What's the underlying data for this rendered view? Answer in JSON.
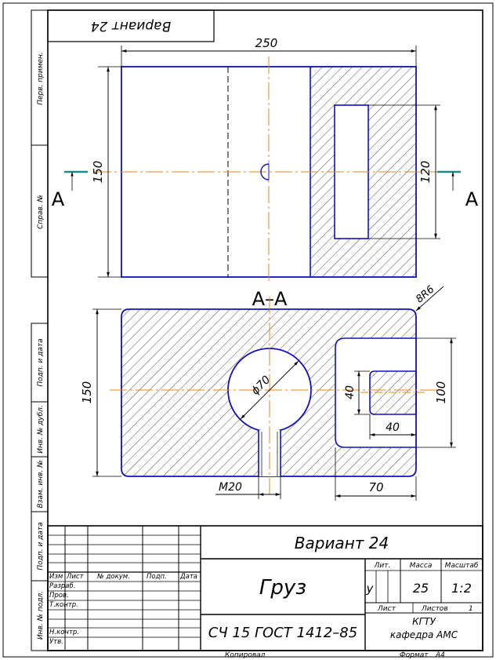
{
  "rotated_variant_label": "Вариант 24",
  "side_labels": {
    "perv_primen": "Перв. примен.",
    "sprav_no": "Справ. №",
    "podp_data_1": "Подп. и дата",
    "inv_dubl": "Инв. № дубл.",
    "vzam_inv": "Взам. инв. №",
    "podp_data_2": "Подп. и дата",
    "inv_podl": "Инв. № подл."
  },
  "top_view": {
    "dim_width": "250",
    "dim_height": "150",
    "dim_slot": "120",
    "section_mark_left": "A",
    "section_mark_right": "A"
  },
  "section_view": {
    "title": "A–A",
    "dim_radius": "8R6",
    "dim_height": "150",
    "dim_diameter": "ϕ70",
    "dim_notch_height": "40",
    "dim_notch_width": "40",
    "dim_pocket_height": "100",
    "dim_thread": "M20",
    "dim_pocket_width": "70"
  },
  "title_block": {
    "variant": "Вариант 24",
    "name": "Груз",
    "material": "СЧ 15 ГОСТ 1412–85",
    "col_izm": "Изм",
    "col_list": "Лист",
    "col_doc": "№ докум.",
    "col_podp": "Подп.",
    "col_data": "Дата",
    "row_razrab": "Разраб.",
    "row_prov": "Пров.",
    "row_tkontr": "Т.контр.",
    "row_nkontr": "Н.контр.",
    "row_utv": "Утв.",
    "lit_label": "Лит.",
    "massa_label": "Масса",
    "masshtab_label": "Масштаб",
    "lit_value": "у",
    "massa_value": "25",
    "masshtab_value": "1:2",
    "sheet_label": "Лист",
    "sheets_label": "Листов",
    "sheets_value": "1",
    "org_line1": "КГТУ",
    "org_line2": "кафедра АМС",
    "copied_label": "Копировал",
    "format_label": "Формат",
    "format_value": "А4"
  }
}
